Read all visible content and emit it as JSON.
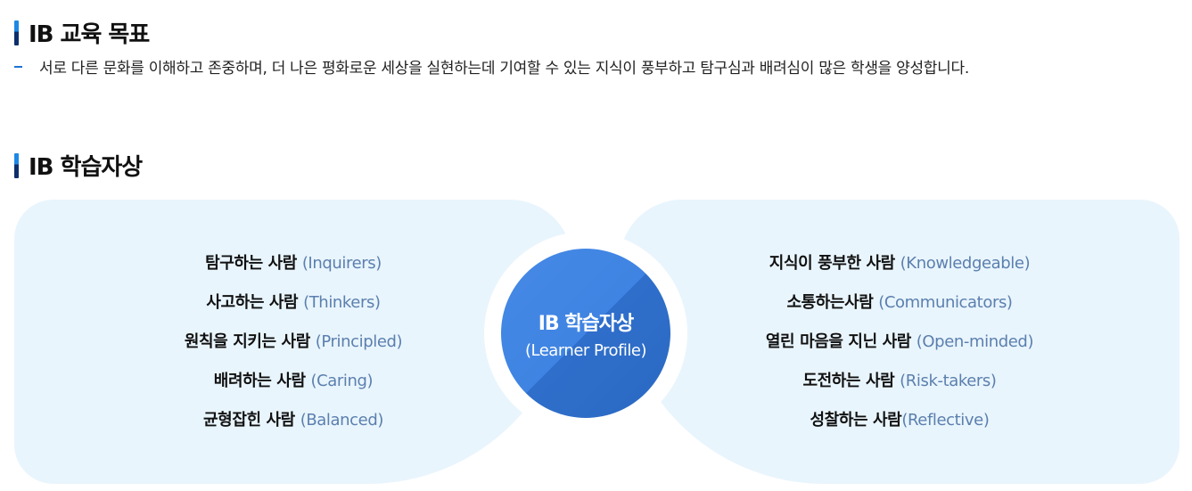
{
  "education_goal": {
    "title": "IB 교육 목표",
    "description": "서로 다른 문화를 이해하고 존중하며, 더 나은 평화로운 세상을 실현하는데 기여할 수 있는 지식이 풍부하고 탐구심과 배려심이 많은 학생을 양성합니다."
  },
  "learner_profile": {
    "title": "IB 학습자상",
    "center": {
      "title": "IB 학습자상",
      "subtitle": "(Learner Profile)"
    },
    "left_items": [
      {
        "ko": "탐구하는 사람 ",
        "en": "(Inquirers)"
      },
      {
        "ko": "사고하는 사람 ",
        "en": "(Thinkers)"
      },
      {
        "ko": "원칙을 지키는 사람 ",
        "en": "(Principled)"
      },
      {
        "ko": "배려하는 사람 ",
        "en": "(Caring)"
      },
      {
        "ko": "균형잡힌 사람 ",
        "en": "(Balanced)"
      }
    ],
    "right_items": [
      {
        "ko": "지식이 풍부한 사람 ",
        "en": "(Knowledgeable)"
      },
      {
        "ko": "소통하는사람 ",
        "en": "(Communicators)"
      },
      {
        "ko": "열린 마음을 지닌 사람 ",
        "en": "(Open-minded)"
      },
      {
        "ko": "도전하는 사람 ",
        "en": "(Risk-takers)"
      },
      {
        "ko": "성찰하는 사람",
        "en": "(Reflective)"
      }
    ]
  },
  "colors": {
    "accent": "#1e88e5",
    "panel": "#e9f5fd",
    "circle": "#3f84e2",
    "english_text": "#5b7fae"
  }
}
